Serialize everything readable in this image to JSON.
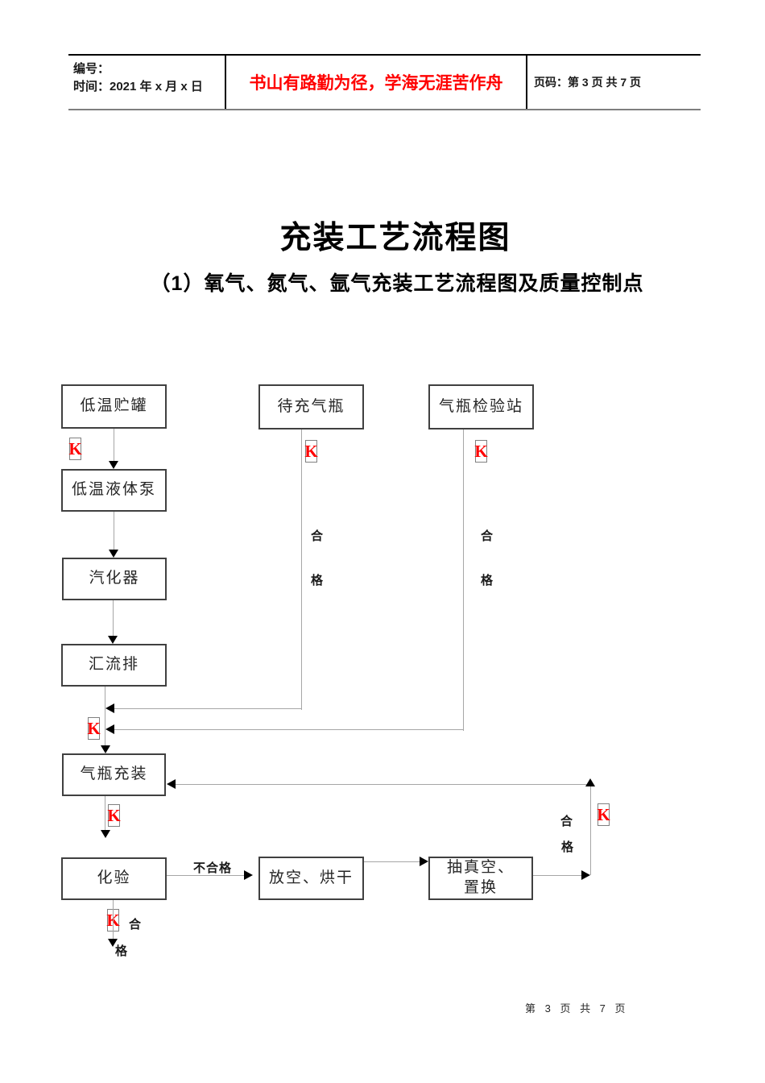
{
  "header": {
    "number_label": "编号：",
    "time_label": "时间：2021 年 x 月 x 日",
    "motto": "书山有路勤为径，学海无涯苦作舟",
    "page_label": "页码：第 3 页  共 7 页"
  },
  "title": "充装工艺流程图",
  "subtitle": "（1）氧气、氮气、氩气充装工艺流程图及质量控制点",
  "flowchart": {
    "k_marker": "K",
    "nodes": {
      "cryo_storage_tank": "低温贮罐",
      "cylinders_to_fill": "待充气瓶",
      "cylinder_inspection_station": "气瓶检验站",
      "cryo_liquid_pump": "低温液体泵",
      "vaporizer": "汽化器",
      "manifold": "汇流排",
      "cylinder_filling": "气瓶充装",
      "lab_analysis": "化验",
      "vent_and_dry": "放空、烘干",
      "evacuate_and_replace": "抽真空、置换"
    },
    "labels": {
      "pass_char_1": "合",
      "pass_char_2": "格",
      "fail": "不合格"
    }
  },
  "footer": {
    "page_info": "第 3 页 共 7 页"
  },
  "colors": {
    "motto_red": "#ff0000",
    "k_red": "#ff0000",
    "connector_gray": "#a6a6a6",
    "box_border": "#404040"
  }
}
